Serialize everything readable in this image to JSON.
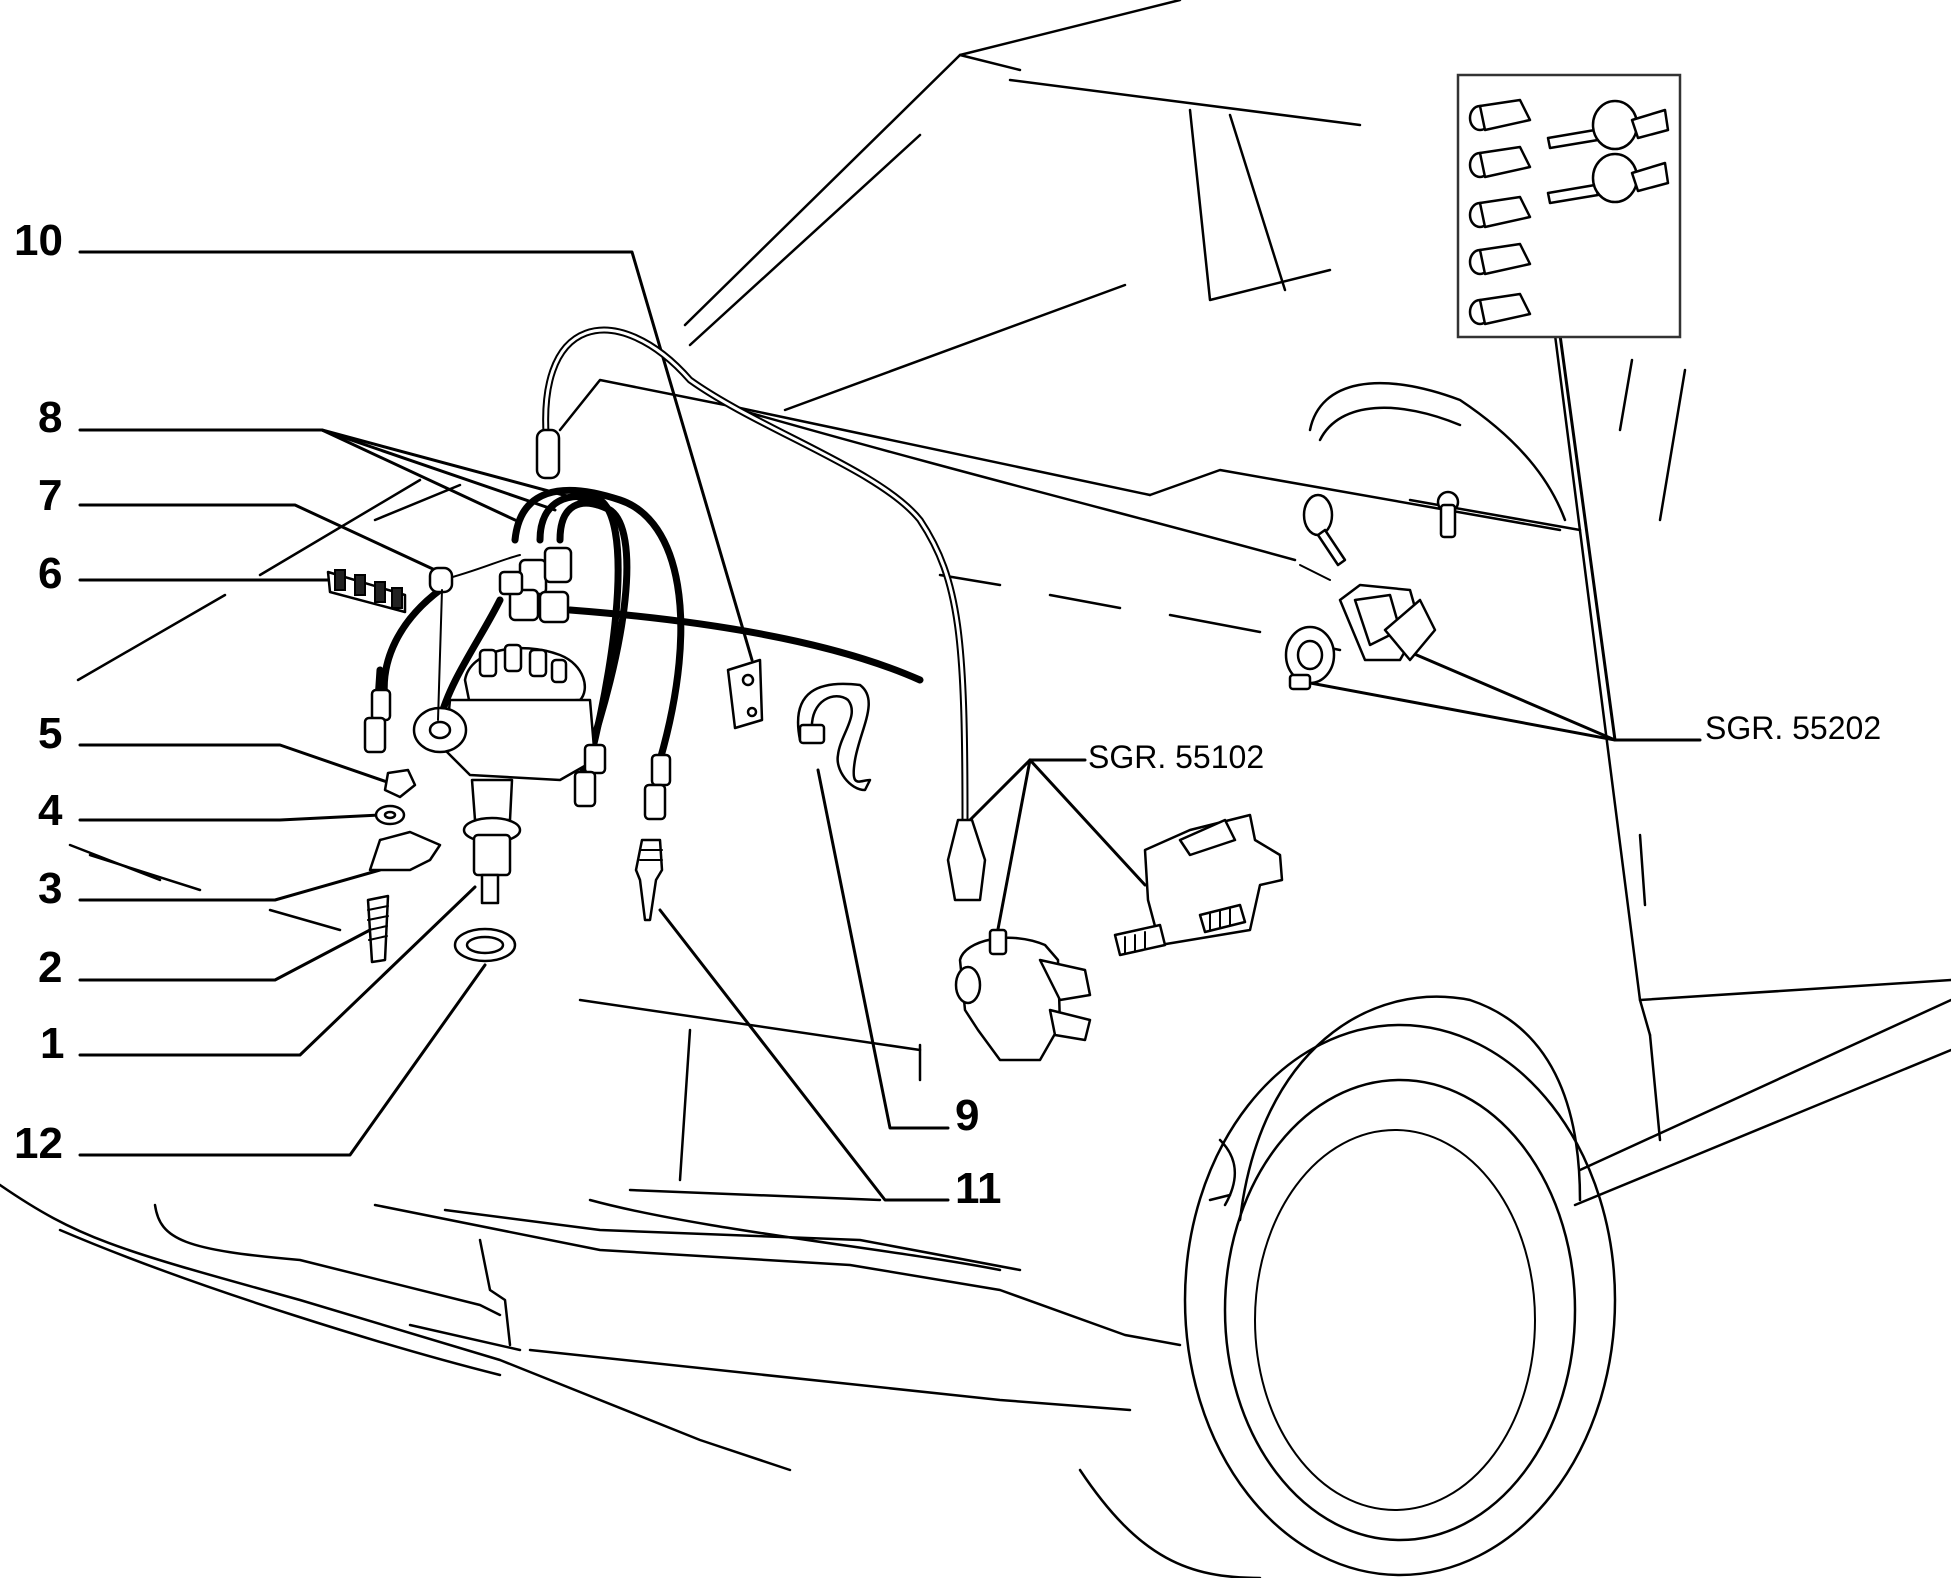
{
  "callouts": [
    {
      "id": "10",
      "label": "10"
    },
    {
      "id": "8",
      "label": "8"
    },
    {
      "id": "7",
      "label": "7"
    },
    {
      "id": "6",
      "label": "6"
    },
    {
      "id": "5",
      "label": "5"
    },
    {
      "id": "4",
      "label": "4"
    },
    {
      "id": "3",
      "label": "3"
    },
    {
      "id": "2",
      "label": "2"
    },
    {
      "id": "1",
      "label": "1"
    },
    {
      "id": "12",
      "label": "12"
    },
    {
      "id": "9",
      "label": "9"
    },
    {
      "id": "11",
      "label": "11"
    }
  ],
  "references": {
    "ignition_coil": "SGR. 55102",
    "lock_set": "SGR. 55202"
  }
}
